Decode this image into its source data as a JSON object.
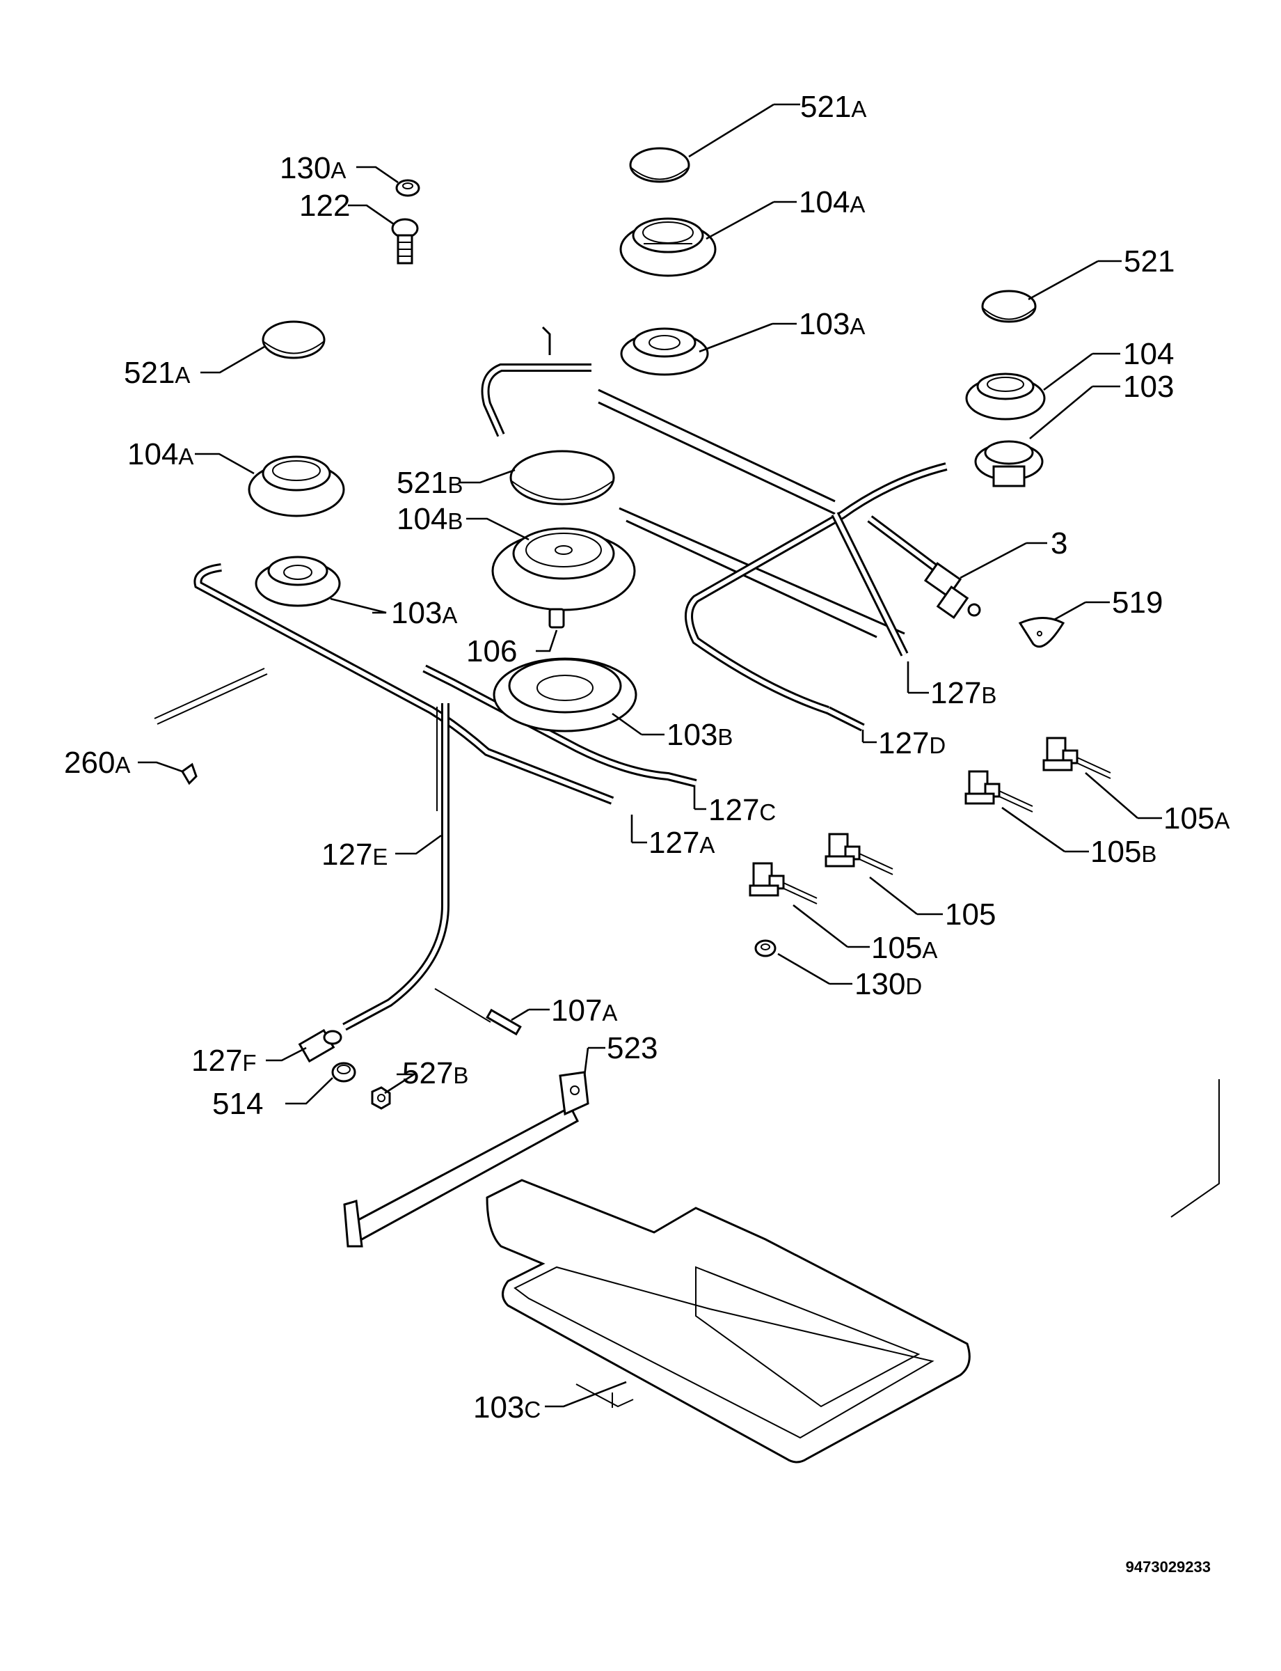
{
  "document_number": "9473029233",
  "labels": {
    "l_521A_top": {
      "num": "521",
      "suf": "A"
    },
    "l_130A": {
      "num": "130",
      "suf": "A"
    },
    "l_122": {
      "num": "122",
      "suf": ""
    },
    "l_104A_top": {
      "num": "104",
      "suf": "A"
    },
    "l_521": {
      "num": "521",
      "suf": ""
    },
    "l_521A_left": {
      "num": "521",
      "suf": "A"
    },
    "l_103A_top": {
      "num": "103",
      "suf": "A"
    },
    "l_104": {
      "num": "104",
      "suf": ""
    },
    "l_103": {
      "num": "103",
      "suf": ""
    },
    "l_104A_left": {
      "num": "104",
      "suf": "A"
    },
    "l_521B": {
      "num": "521",
      "suf": "B"
    },
    "l_104B": {
      "num": "104",
      "suf": "B"
    },
    "l_3": {
      "num": "3",
      "suf": ""
    },
    "l_103A_left": {
      "num": "103",
      "suf": "A"
    },
    "l_519": {
      "num": "519",
      "suf": ""
    },
    "l_106": {
      "num": "106",
      "suf": ""
    },
    "l_127B": {
      "num": "127",
      "suf": "B"
    },
    "l_103B": {
      "num": "103",
      "suf": "B"
    },
    "l_127D": {
      "num": "127",
      "suf": "D"
    },
    "l_260A": {
      "num": "260",
      "suf": "A"
    },
    "l_127C": {
      "num": "127",
      "suf": "C"
    },
    "l_105A_right": {
      "num": "105",
      "suf": "A"
    },
    "l_127A": {
      "num": "127",
      "suf": "A"
    },
    "l_105B": {
      "num": "105",
      "suf": "B"
    },
    "l_127E": {
      "num": "127",
      "suf": "E"
    },
    "l_105": {
      "num": "105",
      "suf": ""
    },
    "l_105A_low": {
      "num": "105",
      "suf": "A"
    },
    "l_130D": {
      "num": "130",
      "suf": "D"
    },
    "l_107A": {
      "num": "107",
      "suf": "A"
    },
    "l_523": {
      "num": "523",
      "suf": ""
    },
    "l_127F": {
      "num": "127",
      "suf": "F"
    },
    "l_527B": {
      "num": "527",
      "suf": "B"
    },
    "l_514": {
      "num": "514",
      "suf": ""
    },
    "l_103C": {
      "num": "103",
      "suf": "C"
    }
  }
}
